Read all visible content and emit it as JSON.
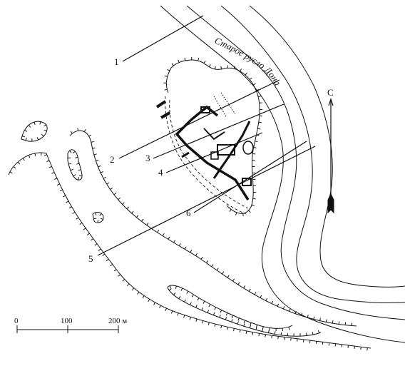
{
  "map": {
    "river_label": "Старое русло Дона",
    "north_label": "С",
    "section_labels": [
      "1",
      "2",
      "3",
      "4",
      "5",
      "6"
    ],
    "scale": {
      "ticks": [
        "0",
        "100",
        "200 м"
      ]
    },
    "colors": {
      "ink": "#111111",
      "background": "#ffffff"
    }
  }
}
